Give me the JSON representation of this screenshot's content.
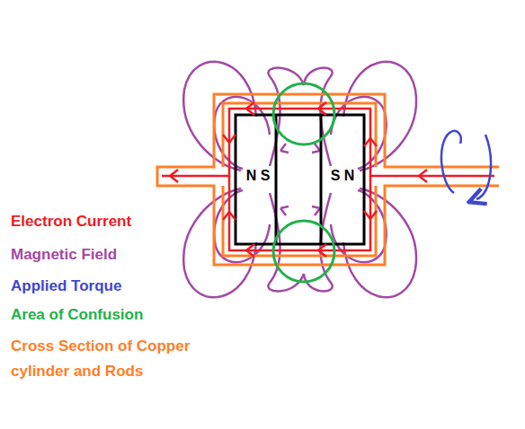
{
  "diagram": {
    "labels": [
      "N S",
      "S N"
    ],
    "legend": [
      {
        "text": "Electron Current",
        "color": "#ed1c24"
      },
      {
        "text": "Magnetic Field",
        "color": "#a349a4"
      },
      {
        "text": "Applied Torque",
        "color": "#3f48cc"
      },
      {
        "text": "Area of Confusion",
        "color": "#22b14c"
      },
      {
        "text": "Cross Section of Copper cylinder and Rods",
        "color": "#ff7f27"
      }
    ]
  }
}
